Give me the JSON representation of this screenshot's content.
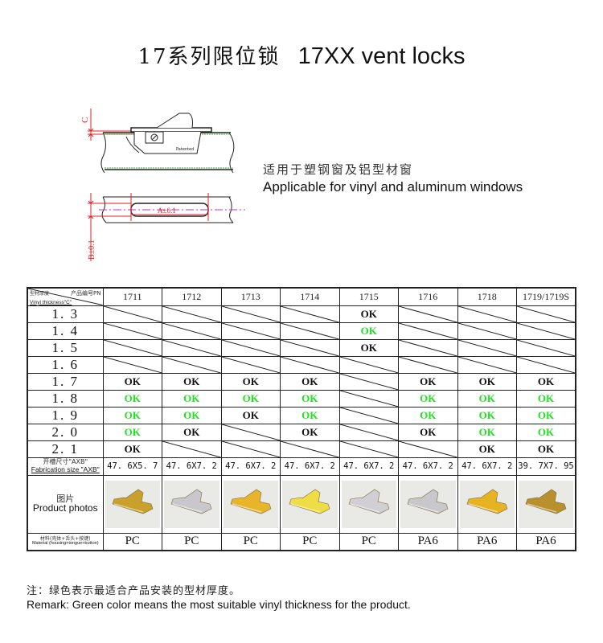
{
  "title": {
    "cn": "17系列限位锁",
    "en": "17XX vent locks"
  },
  "drawing": {
    "dim_c": "C",
    "dim_a": "A±0.1",
    "dim_b": "B±0.1",
    "brand_mark": "Patented"
  },
  "applicability": {
    "cn": "适用于塑钢窗及铝型材窗",
    "en": "Applicable for vinyl and aluminum windows"
  },
  "table": {
    "corner": {
      "top_left_cn": "型材厚度",
      "top_right": "产品编号PN",
      "bottom_left": "Vinyl thickness\"C\""
    },
    "columns": [
      "1711",
      "1712",
      "1713",
      "1714",
      "1715",
      "1716",
      "1718",
      "1719/1719S"
    ],
    "rows": [
      {
        "thickness": "1. 3",
        "cells": [
          "-",
          "-",
          "-",
          "-",
          "OK",
          "-",
          "-",
          "-"
        ]
      },
      {
        "thickness": "1. 4",
        "cells": [
          "-",
          "-",
          "-",
          "-",
          "OK*",
          "-",
          "-",
          "-"
        ]
      },
      {
        "thickness": "1. 5",
        "cells": [
          "-",
          "-",
          "-",
          "-",
          "OK",
          "-",
          "-",
          "-"
        ]
      },
      {
        "thickness": "1. 6",
        "cells": [
          "-",
          "-",
          "-",
          "-",
          "-",
          "-",
          "-",
          "-"
        ]
      },
      {
        "thickness": "1. 7",
        "cells": [
          "OK",
          "OK",
          "OK",
          "OK",
          "-",
          "OK",
          "OK",
          "OK"
        ]
      },
      {
        "thickness": "1. 8",
        "cells": [
          "OK*",
          "OK*",
          "OK*",
          "OK*",
          "-",
          "OK*",
          "OK*",
          "OK*"
        ]
      },
      {
        "thickness": "1. 9",
        "cells": [
          "OK*",
          "OK*",
          "OK",
          "OK*",
          "-",
          "OK*",
          "OK*",
          "OK*"
        ]
      },
      {
        "thickness": "2. 0",
        "cells": [
          "OK*",
          "OK",
          "-",
          "OK",
          "-",
          "OK",
          "OK*",
          "OK*"
        ]
      },
      {
        "thickness": "2. 1",
        "cells": [
          "OK",
          "-",
          "-",
          "-",
          "-",
          "-",
          "OK",
          "OK"
        ]
      }
    ],
    "fabrication_label": {
      "cn": "开槽尺寸\"AXB\"",
      "en": "Fabrication size \"AXB\""
    },
    "fabrication_sizes": [
      "47. 6X5. 7",
      "47. 6X7. 2",
      "47. 6X7. 2",
      "47. 6X7. 2",
      "47. 6X7. 2",
      "47. 6X7. 2",
      "47. 6X7. 2",
      "39. 7X7. 95"
    ],
    "photos_label": {
      "cn": "图片",
      "en": "Product photos"
    },
    "photos": [
      {
        "name": "1711-photo",
        "color": "#c9a02a"
      },
      {
        "name": "1712-photo",
        "color": "#c8c8cc"
      },
      {
        "name": "1713-photo",
        "color": "#e8b42a"
      },
      {
        "name": "1714-photo",
        "color": "#eedd44"
      },
      {
        "name": "1715-photo",
        "color": "#cfcfd4"
      },
      {
        "name": "1716-photo",
        "color": "#c8c8cc"
      },
      {
        "name": "1718-photo",
        "color": "#e6b422"
      },
      {
        "name": "1719-photo",
        "color": "#b8902e"
      }
    ],
    "material_label": {
      "cn": "材料(壳体+舌头+按键)",
      "en": "Material (housing+tongue+button)"
    },
    "materials": [
      "PC",
      "PC",
      "PC",
      "PC",
      "PC",
      "PA6",
      "PA6",
      "PA6"
    ]
  },
  "legend": {
    "ok_label": "OK",
    "green_color": "#22e022",
    "black_color": "#111111"
  },
  "remark": {
    "cn": "注：绿色表示最适合产品安装的型材厚度。",
    "en": "Remark: Green color means the most suitable vinyl thickness for the product."
  }
}
